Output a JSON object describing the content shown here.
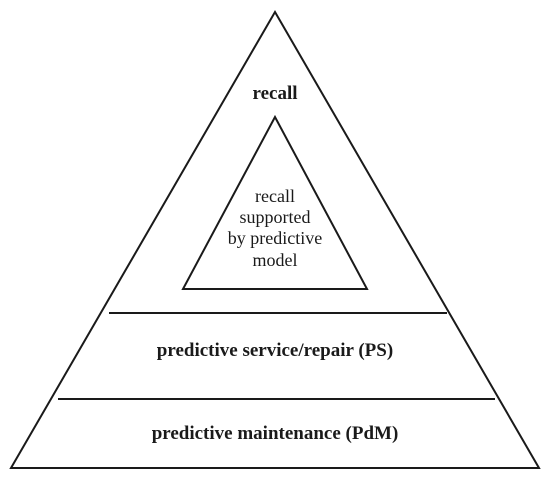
{
  "diagram": {
    "top_level_label": "recall",
    "inner_lines": [
      "recall",
      "supported",
      "by predictive",
      "model"
    ],
    "middle_level_label": "predictive service/repair (PS)",
    "bottom_level_label": "predictive maintenance (PdM)"
  },
  "colors": {
    "stroke": "#1a1a1a",
    "background": "#ffffff"
  }
}
